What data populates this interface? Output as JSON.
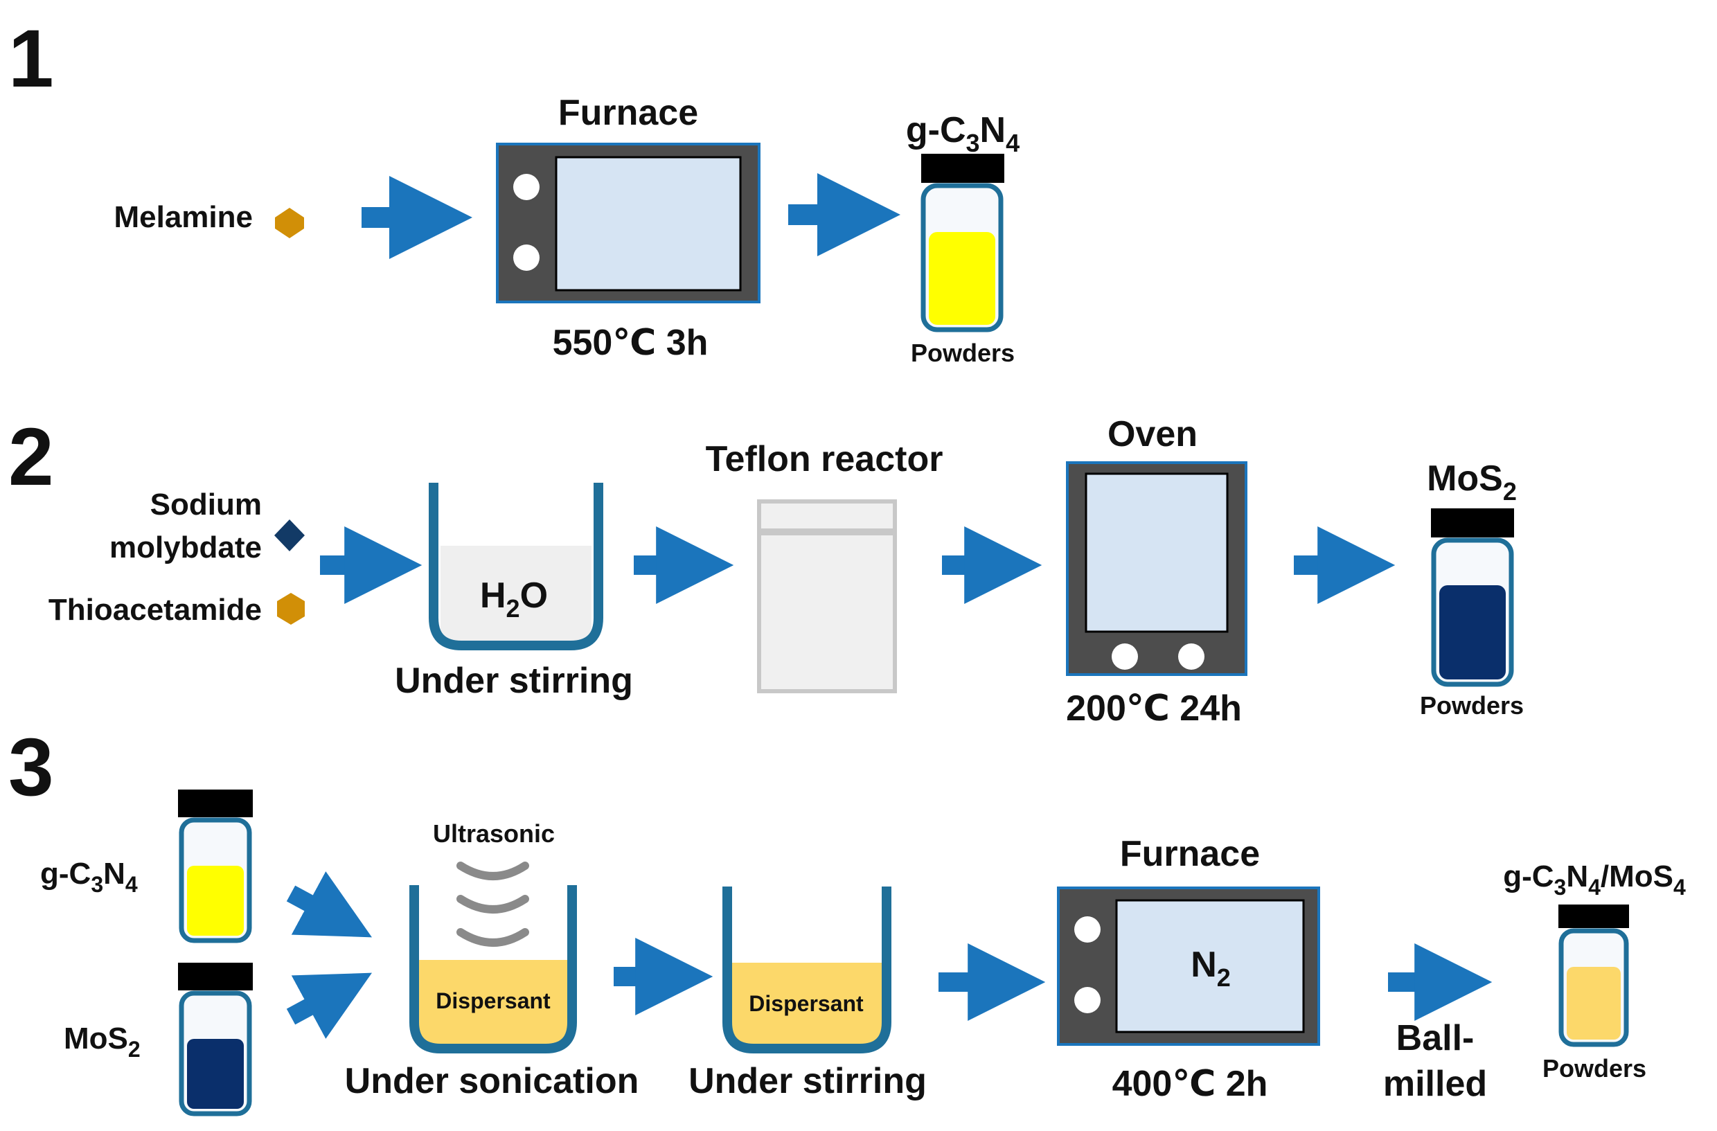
{
  "steps": [
    {
      "number": "1",
      "inputs": [
        "Melamine"
      ],
      "equipment_title": "Furnace",
      "condition": "550℃  3h",
      "product_name": "g-C3N4",
      "product_caption": "Powders"
    },
    {
      "number": "2",
      "inputs": [
        "Sodium",
        "molybdate",
        "Thioacetamide"
      ],
      "beaker_content": "H2O",
      "beaker_caption": "Under stirring",
      "reactor_title": "Teflon reactor",
      "equipment_title": "Oven",
      "condition": "200℃  24h",
      "product_name": "MoS2",
      "product_caption": "Powders"
    },
    {
      "number": "3",
      "inputs": [
        "g-C3N4",
        "MoS2"
      ],
      "ultrasonic_label": "Ultrasonic",
      "beaker1_content": "Dispersant",
      "beaker1_caption": "Under sonication",
      "beaker2_content": "Dispersant",
      "beaker2_caption": "Under stirring",
      "equipment_title": "Furnace",
      "equipment_content": "N2",
      "condition": "400℃  2h",
      "post_process": [
        "Ball-",
        "milled"
      ],
      "product_name": "g-C3N4/MoS4",
      "product_caption": "Powders"
    }
  ],
  "colors": {
    "arrow": "#1b75bc",
    "device_body": "#4d4d4d",
    "device_screen": "#d6e4f3",
    "device_border": "#1b75bc",
    "beaker_wall": "#1f6f99",
    "vial_outline": "#1f6f99",
    "vial_cap": "#000000",
    "gcn_yellow": "#ffff00",
    "mos2_navy": "#0a2f6b",
    "composite_yellow": "#fcd86a",
    "dispersant_yellow": "#fcd86a",
    "hexagon_gold": "#d18f07",
    "diamond_navy": "#123a66",
    "reactor_gray": "#c8c8c8",
    "waves_gray": "#8a8a8a"
  }
}
